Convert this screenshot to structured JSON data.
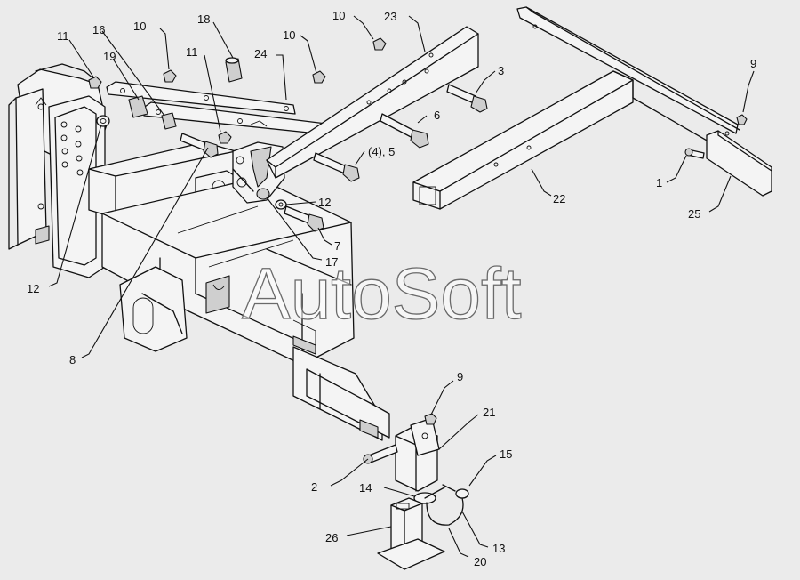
{
  "watermark": "AutoSoft",
  "callouts": {
    "c1": "1",
    "c2": "2",
    "c3": "3",
    "c45": "(4), 5",
    "c6": "6",
    "c7": "7",
    "c8": "8",
    "c9a": "9",
    "c9b": "9",
    "c10a": "10",
    "c10b": "10",
    "c10c": "10",
    "c11a": "11",
    "c11b": "11",
    "c12a": "12",
    "c12b": "12",
    "c13": "13",
    "c14": "14",
    "c15": "15",
    "c16": "16",
    "c17": "17",
    "c18": "18",
    "c19": "19",
    "c20": "20",
    "c21": "21",
    "c22": "22",
    "c23": "23",
    "c24": "24",
    "c25": "25",
    "c26": "26"
  }
}
